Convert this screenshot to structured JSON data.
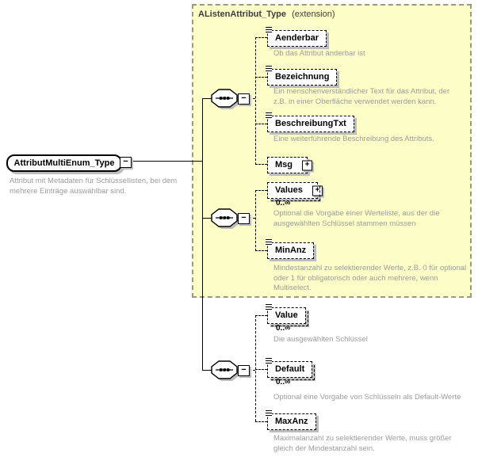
{
  "extension": {
    "name": "AListenAttribut_Type",
    "qualifier": "(extension)"
  },
  "root": {
    "name": "AttributMultiEnum_Type",
    "annotation": "Attribut mit Metadaten für Schlüssellisten, bei dem\nmehrere Einträge auswählbar sind."
  },
  "symbols": {
    "collapse": "−",
    "expand": "+"
  },
  "children": {
    "aenderbar": {
      "name": "Aenderbar",
      "annotation": "Ob das Attribut änderbar ist"
    },
    "bezeichnung": {
      "name": "Bezeichnung",
      "annotation": "Ein menschenverständlicher Text für das Attribut, der\nz.B. in einer Oberfläche verwendet werden kann."
    },
    "beschreibungtxt": {
      "name": "BeschreibungTxt",
      "annotation": "Eine weiterführende Beschreibung des Attributs."
    },
    "msg": {
      "name": "Msg"
    },
    "values": {
      "name": "Values",
      "cardinality": "0..∞",
      "annotation": "Optional die Vorgabe einer Werteliste, aus der die\nausgewählten Schlüssel stammen müssen"
    },
    "minanz": {
      "name": "MinAnz",
      "annotation": "Mindestanzahl zu selektierender Werte, z.B. 0 für optional\noder 1 für obligatorisch oder auch mehrere, wenn\nMultiselect."
    },
    "value": {
      "name": "Value",
      "cardinality": "0..∞",
      "annotation": "Die ausgewählten Schlüssel"
    },
    "default": {
      "name": "Default",
      "cardinality": "0..∞",
      "annotation": "Optional eine Vorgabe von Schlüsseln als Default-Werte"
    },
    "maxanz": {
      "name": "MaxAnz",
      "annotation": "Maximalanzahl zu selektierender Werte, muss größer\ngleich der Mindestanzahl sein."
    }
  },
  "colors": {
    "extension_background": "#fdfdc8",
    "annotation_text": "#9c9c9c",
    "node_background": "#ffffff",
    "line": "#000000",
    "shadow": "#bdbdbd"
  }
}
